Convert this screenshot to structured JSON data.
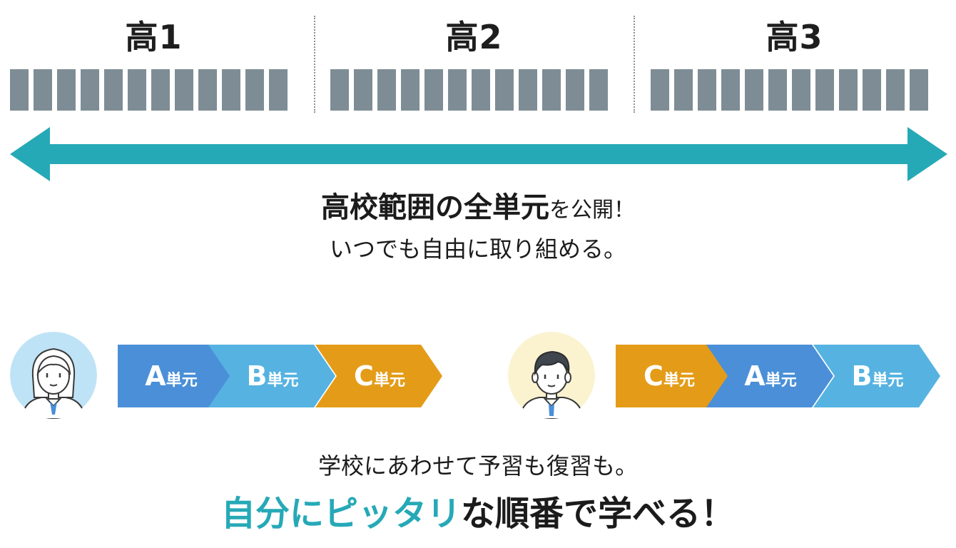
{
  "colors": {
    "unit_block": "#7e8d95",
    "arrow": "#26a9b7",
    "chevron_a": "#4a8fd8",
    "chevron_b": "#56b3e1",
    "chevron_c": "#e49c18",
    "tagline_accent": "#26a9b7",
    "tagline_rest": "#1b1b1b"
  },
  "grades": [
    {
      "label": "高1",
      "unit_count": 12
    },
    {
      "label": "高2",
      "unit_count": 12
    },
    {
      "label": "高3",
      "unit_count": 12
    }
  ],
  "headline": {
    "strong": "高校範囲の全単元",
    "weak": "を公開！"
  },
  "subline": "いつでも自由に取り組める。",
  "paths": [
    {
      "avatar": "female-student-icon",
      "steps": [
        {
          "letter": "A",
          "word": "単元",
          "color": "#4a8fd8"
        },
        {
          "letter": "B",
          "word": "単元",
          "color": "#56b3e1"
        },
        {
          "letter": "C",
          "word": "単元",
          "color": "#e49c18"
        }
      ]
    },
    {
      "avatar": "male-student-icon",
      "steps": [
        {
          "letter": "C",
          "word": "単元",
          "color": "#e49c18"
        },
        {
          "letter": "A",
          "word": "単元",
          "color": "#4a8fd8"
        },
        {
          "letter": "B",
          "word": "単元",
          "color": "#56b3e1"
        }
      ]
    }
  ],
  "bottom_line": "学校にあわせて予習も復習も。",
  "tagline": {
    "accent": "自分にピッタリ",
    "rest": "な順番で学べる！"
  }
}
